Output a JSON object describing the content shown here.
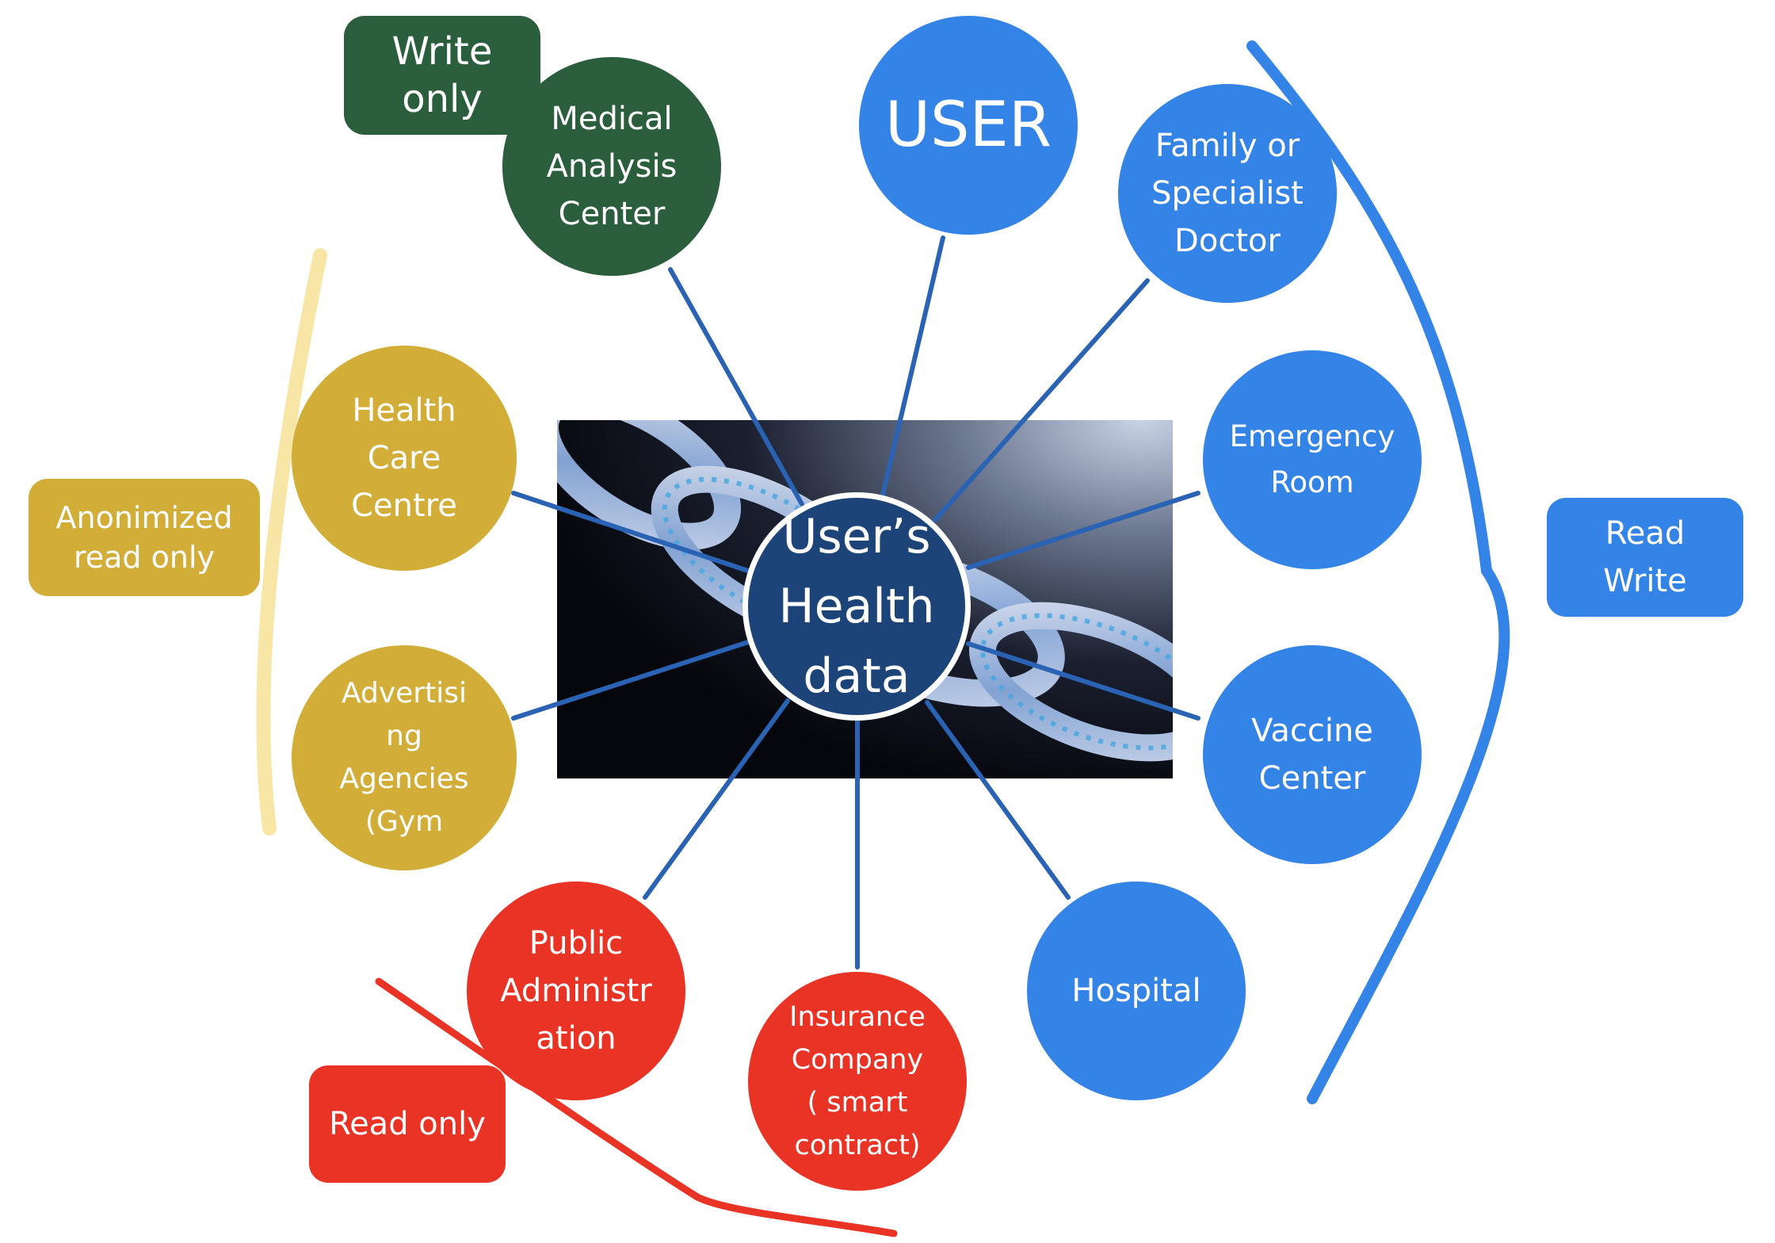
{
  "colors": {
    "read_write_blue": "#3483e6",
    "write_only_green": "#2a5e3c",
    "anonymized_gold": "#d2ae38",
    "read_only_red": "#e83325",
    "center_navy": "#1c4478",
    "connector": "#2a62b4",
    "gold_bracket": "#f7e6a5"
  },
  "center": {
    "label": "User’s\nHealth\ndata"
  },
  "nodes": {
    "medical_analysis_center": {
      "label": "Medical\nAnalysis\nCenter"
    },
    "user": {
      "label": "USER"
    },
    "family_doctor": {
      "label": "Family or\nSpecialist\nDoctor"
    },
    "emergency_room": {
      "label": "Emergency\nRoom"
    },
    "vaccine_center": {
      "label": "Vaccine\nCenter"
    },
    "hospital": {
      "label": "Hospital"
    },
    "insurance_company": {
      "label": "Insurance\nCompany\n( smart\ncontract)"
    },
    "public_administration": {
      "label": "Public\nAdministr\nation"
    },
    "advertising_agencies": {
      "label": "Advertisi\nng\nAgencies\n(Gym"
    },
    "health_care_centre": {
      "label": "Health\nCare\nCentre"
    }
  },
  "tags": {
    "write_only": "Write\nonly",
    "anonymized_read_only": "Anonimized\nread only",
    "read_only": "Read only",
    "read_write": "Read\nWrite"
  }
}
